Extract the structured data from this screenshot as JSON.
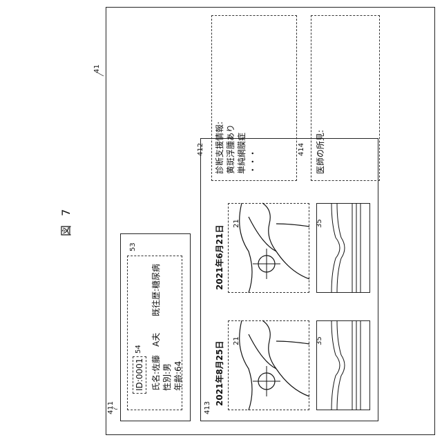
{
  "figure": {
    "label": "図 7"
  },
  "refs": {
    "r41": "41",
    "r411": "411",
    "r412": "412",
    "r413": "413",
    "r414": "414",
    "r53": "53",
    "r54": "54",
    "r21a": "21",
    "r21b": "21",
    "r35a": "35",
    "r35b": "35"
  },
  "patient": {
    "id": "ID:0001",
    "name": "氏名:佐藤　A夫",
    "history": "既往歴:糖尿病",
    "sex": "性別:男",
    "age": "年齢:64"
  },
  "diagnosis": {
    "title": "診断支援情報:",
    "line1": "黄斑浮腫あり",
    "line2": "単純網膜症",
    "more": "・・・"
  },
  "doctor": {
    "title": "医師の所見:"
  },
  "exams": [
    {
      "date": "2021年8月25日"
    },
    {
      "date": "2021年6月21日"
    }
  ]
}
